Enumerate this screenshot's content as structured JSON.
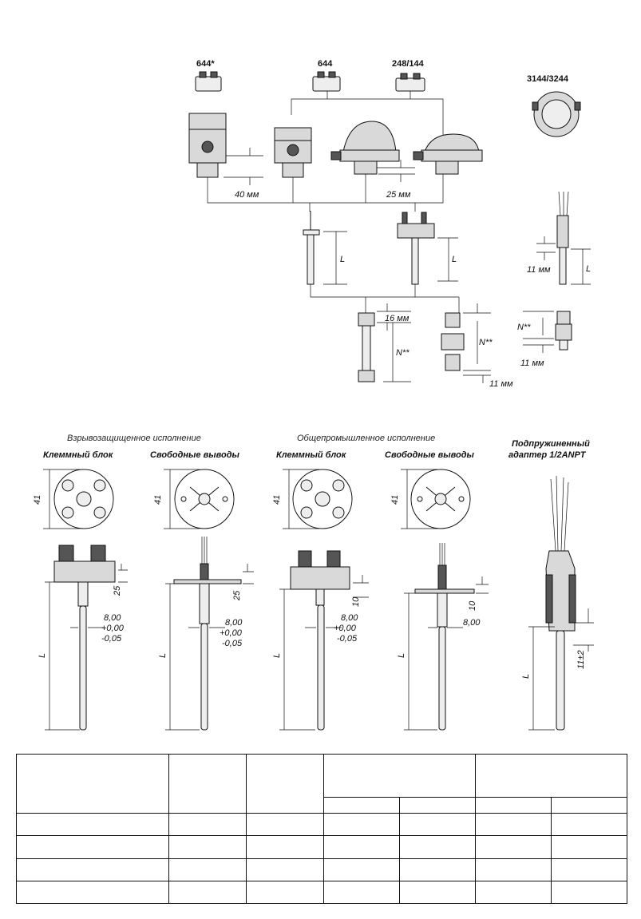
{
  "top_diagram": {
    "head_labels": [
      "644*",
      "644",
      "248/144",
      "3144/3244"
    ],
    "dims": [
      "40 мм",
      "25 мм",
      "L",
      "L",
      "L",
      "11 мм",
      "16 мм",
      "N**",
      "N**",
      "N**",
      "11 мм",
      "11 мм"
    ]
  },
  "bottom_diagram": {
    "group_explosion_proof": "Взрывозащищенное исполнение",
    "group_general_industrial": "Общепромышленное исполнение",
    "col_terminal_block_1": "Клеммный блок",
    "col_free_leads_1": "Свободные выводы",
    "col_terminal_block_2": "Клеммный блок",
    "col_free_leads_2": "Свободные выводы",
    "spring_adapter_line1": "Подпружиненный",
    "spring_adapter_line2": "адаптер 1/2ANPT",
    "dims": {
      "diameter": "41",
      "d25": "25",
      "d10": "10",
      "d8": "8,00",
      "tol_plus": "+0,00",
      "tol_minus": "-0,05",
      "L": "L",
      "d11": "11±2"
    }
  },
  "table": {
    "rows": 6,
    "cols": 7
  }
}
